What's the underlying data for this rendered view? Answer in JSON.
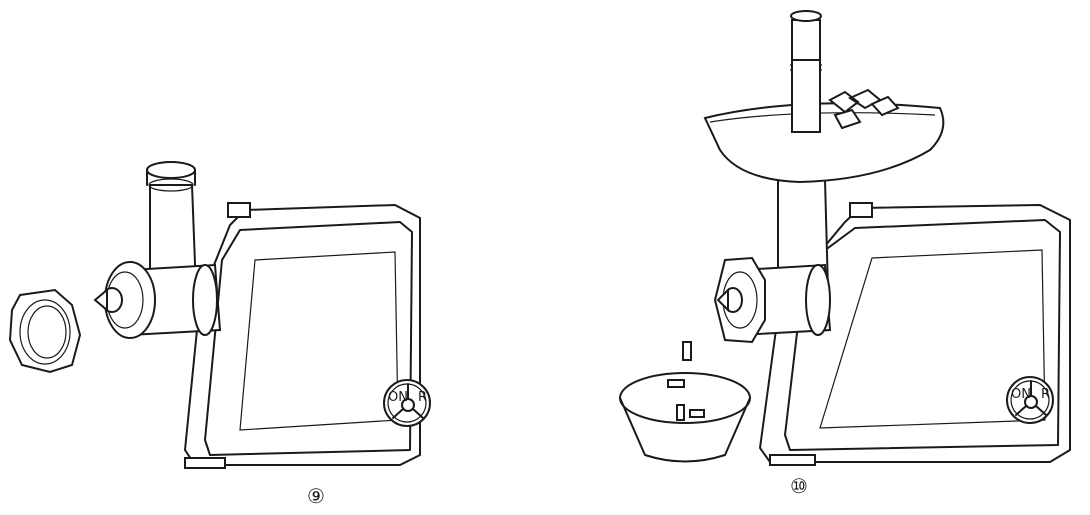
{
  "figures": [
    {
      "step_label": "⑨",
      "dial": {
        "left": "ON",
        "right": "R"
      }
    },
    {
      "step_label": "⑩",
      "dial": {
        "left": "ON",
        "right": "R"
      }
    }
  ]
}
